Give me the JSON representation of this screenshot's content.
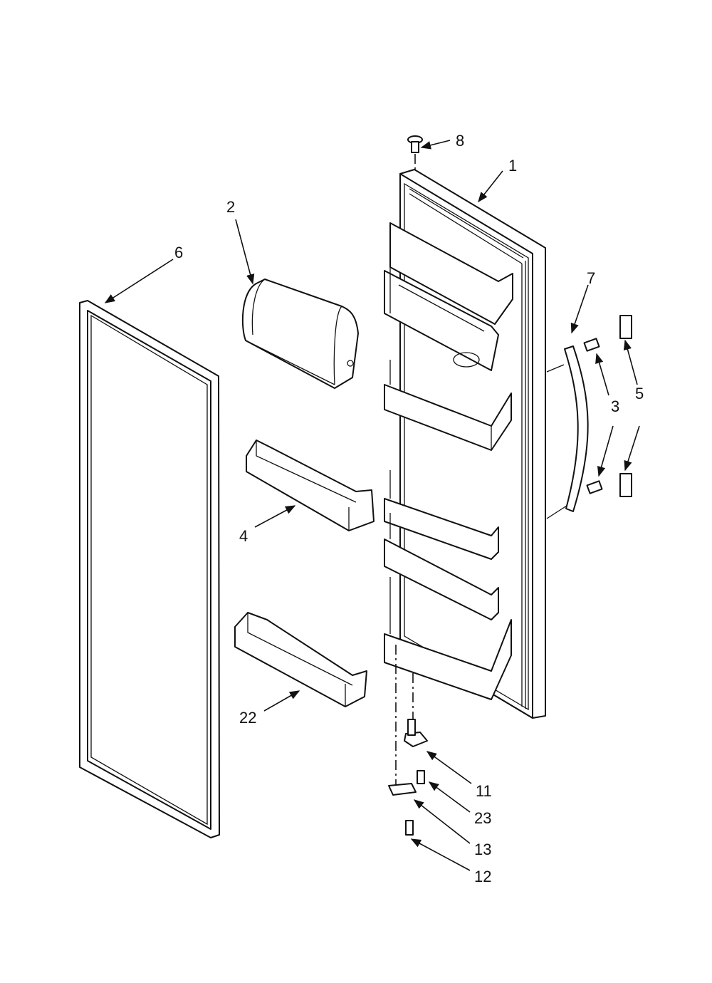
{
  "callouts": {
    "c1": "1",
    "c2": "2",
    "c3": "3",
    "c4": "4",
    "c5": "5",
    "c6": "6",
    "c7": "7",
    "c8": "8",
    "c11": "11",
    "c12": "12",
    "c13": "13",
    "c22": "22",
    "c23": "23"
  }
}
